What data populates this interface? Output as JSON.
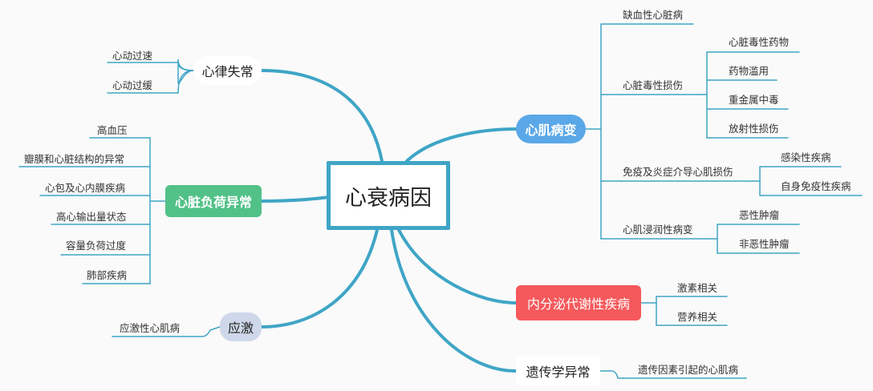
{
  "central": "心衰病因",
  "branches": {
    "rhythm": {
      "label": "心律失常",
      "items": [
        "心动过速",
        "心动过缓"
      ]
    },
    "load": {
      "label": "心脏负荷异常",
      "items": [
        "高血压",
        "瓣膜和心脏结构的异常",
        "心包及心内膜疾病",
        "高心输出量状态",
        "容量负荷过度",
        "肺部疾病"
      ]
    },
    "stress": {
      "label": "应激",
      "items": [
        "应激性心肌病"
      ]
    },
    "myocardial": {
      "label": "心肌病变",
      "ischemic": "缺血性心脏病",
      "toxic": {
        "label": "心脏毒性损伤",
        "items": [
          "心脏毒性药物",
          "药物滥用",
          "重金属中毒",
          "放射性损伤"
        ]
      },
      "immune": {
        "label": "免疫及炎症介导心肌损伤",
        "items": [
          "感染性疾病",
          "自身免疫性疾病"
        ]
      },
      "infiltrative": {
        "label": "心肌浸润性病变",
        "items": [
          "恶性肿瘤",
          "非恶性肿瘤"
        ]
      }
    },
    "endocrine": {
      "label": "内分泌代谢性疾病",
      "items": [
        "激素相关",
        "营养相关"
      ]
    },
    "genetic": {
      "label": "遗传学异常",
      "items": [
        "遗传因素引起的心肌病"
      ]
    }
  },
  "colors": {
    "line": "#3fa5c6",
    "green": "#52c188",
    "blue": "#5aa8e8",
    "red": "#f5595c",
    "gray": "#cfd8ea"
  }
}
